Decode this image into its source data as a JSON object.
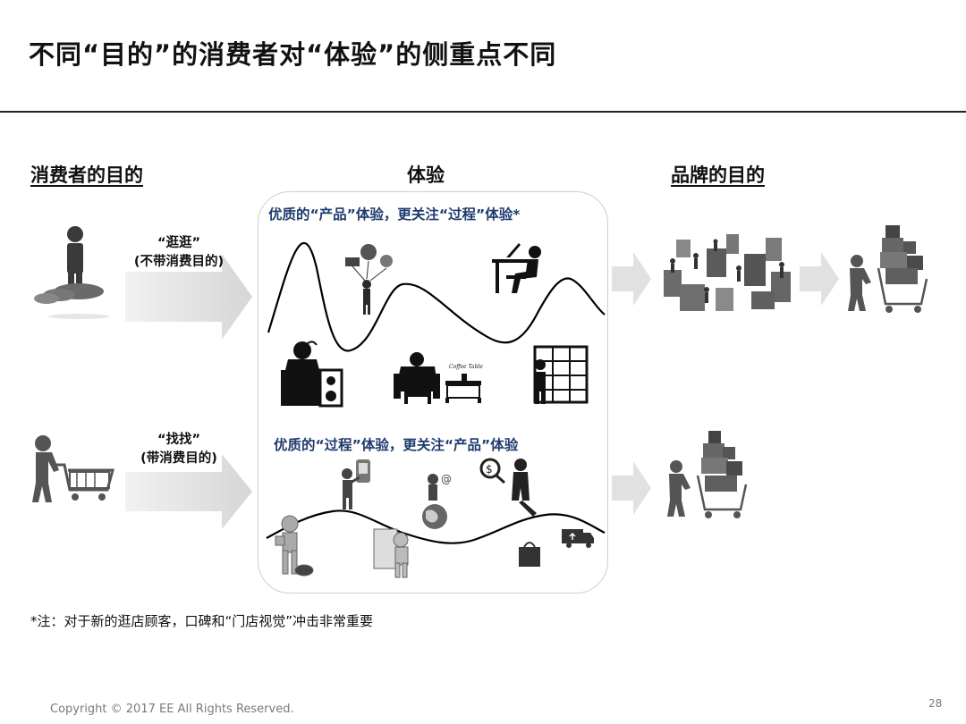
{
  "title": "不同“目的”的消费者对“体验”的侧重点不同",
  "columns": {
    "left": "消费者的目的",
    "middle": "体验",
    "right": "品牌的目的"
  },
  "modes": {
    "browse": {
      "line1": "“逛逛”",
      "line2": "(不带消费目的)"
    },
    "seek": {
      "line1": "“找找”",
      "line2": "(带消费目的)"
    }
  },
  "experience": {
    "top_caption": "优质的“产品”体验，更关注“过程”体验*",
    "bottom_caption": "优质的“过程”体验，更关注“产品”体验",
    "coffee_table_label": "Coffee Table"
  },
  "footnote": "*注：对于新的逛店顾客，口碑和“门店视觉”冲击非常重要",
  "footer": {
    "copyright": "Copyright © 2017 EE All Rights Reserved.",
    "page_number": "28"
  }
}
